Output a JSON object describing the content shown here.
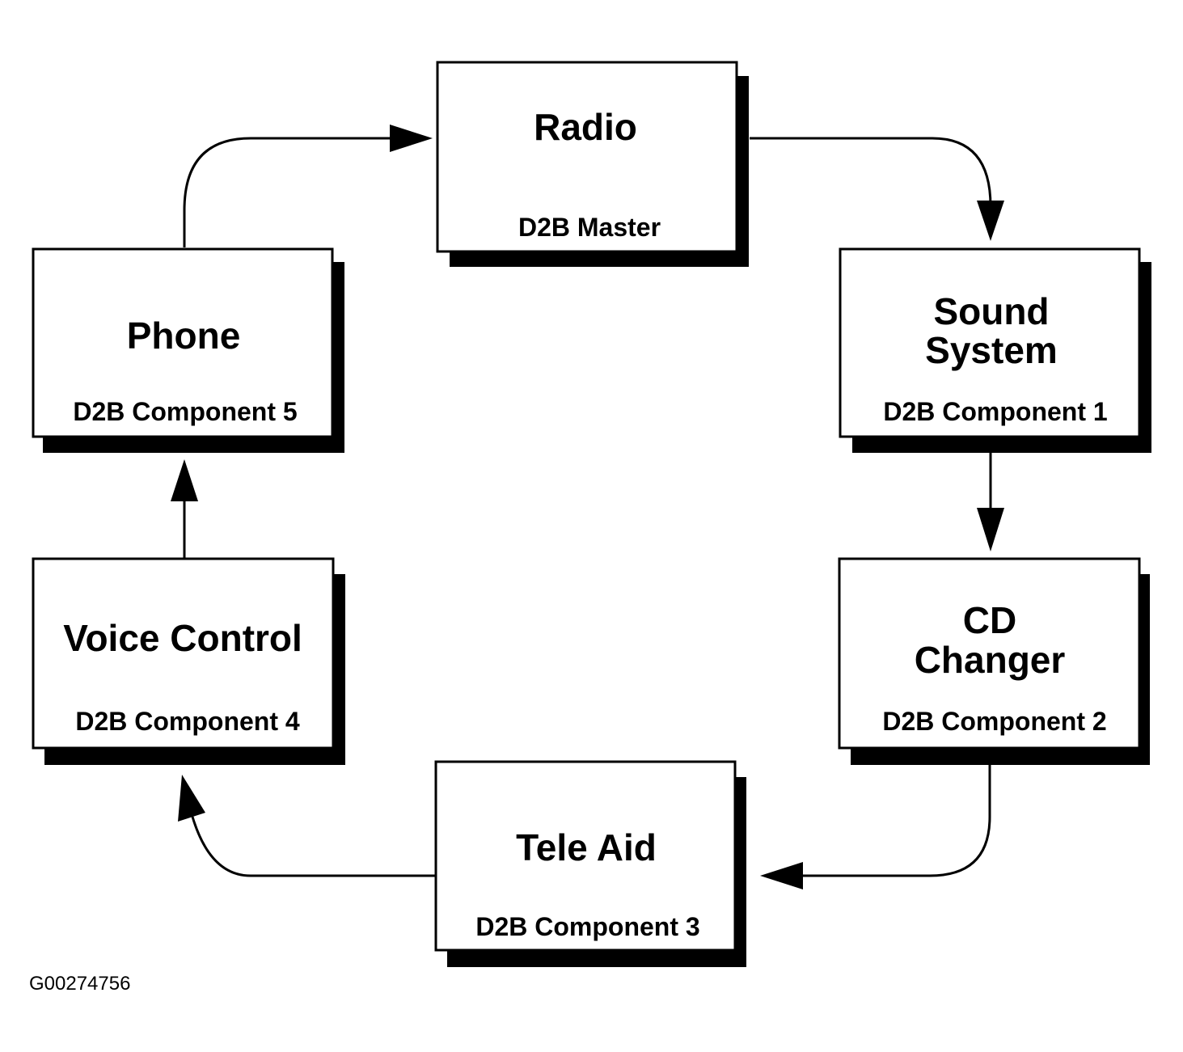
{
  "nodes": [
    {
      "id": "radio",
      "title": [
        "Radio"
      ],
      "subtitle": "D2B Master"
    },
    {
      "id": "sound-system",
      "title": [
        "Sound",
        "System"
      ],
      "subtitle": "D2B Component 1"
    },
    {
      "id": "cd-changer",
      "title": [
        "CD",
        "Changer"
      ],
      "subtitle": "D2B Component 2"
    },
    {
      "id": "tele-aid",
      "title": [
        "Tele Aid"
      ],
      "subtitle": "D2B Component 3"
    },
    {
      "id": "voice-control",
      "title": [
        "Voice Control"
      ],
      "subtitle": "D2B Component 4"
    },
    {
      "id": "phone",
      "title": [
        "Phone"
      ],
      "subtitle": "D2B Component 5"
    }
  ],
  "edges": [
    {
      "from": "radio",
      "to": "sound-system"
    },
    {
      "from": "sound-system",
      "to": "cd-changer"
    },
    {
      "from": "cd-changer",
      "to": "tele-aid"
    },
    {
      "from": "tele-aid",
      "to": "voice-control"
    },
    {
      "from": "voice-control",
      "to": "phone"
    },
    {
      "from": "phone",
      "to": "radio"
    }
  ],
  "figure_id": "G00274756"
}
